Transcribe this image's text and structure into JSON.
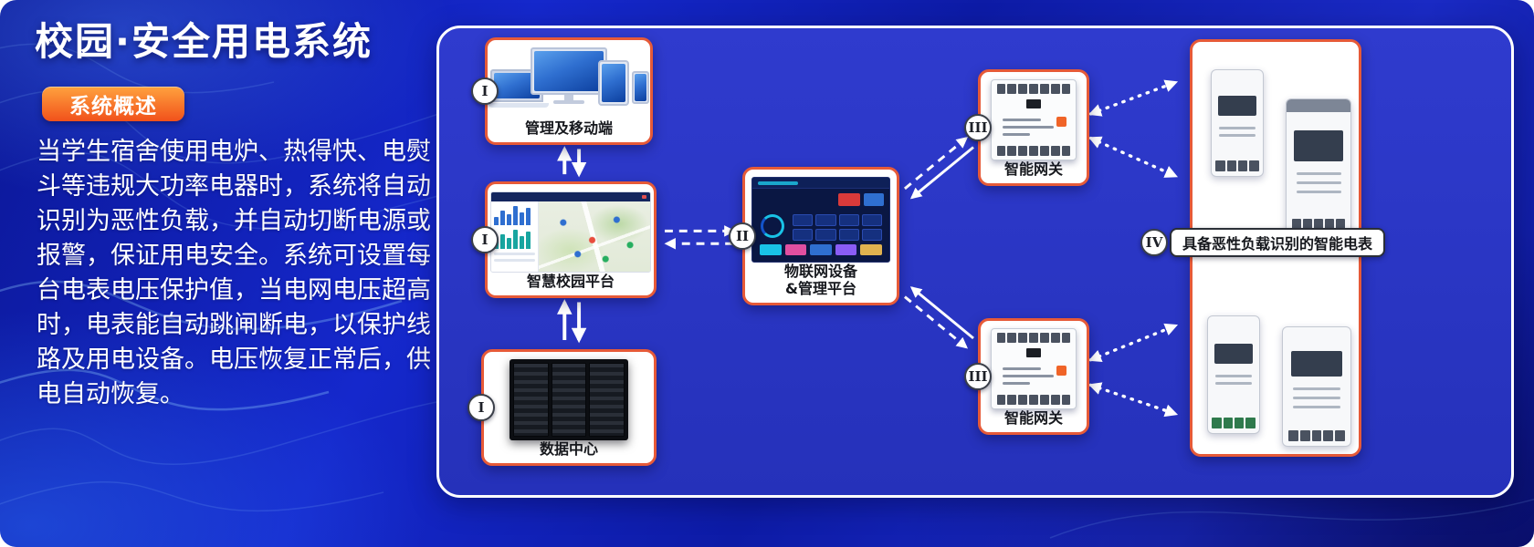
{
  "header": {
    "title": "校园·安全用电系统",
    "badge": "系统概述",
    "description": "当学生宿舍使用电炉、热得快、电熨斗等违规大功率电器时，系统将自动识别为恶性负载，并自动切断电源或报警，保证用电安全。系统可设置每台电表电压保护值，当电网电压超高时，电表能自动跳闸断电，以保护线路及用电设备。电压恢复正常后，供电自动恢复。"
  },
  "diagram": {
    "nodes": {
      "mgmt": {
        "numeral": "I",
        "label": "管理及移动端"
      },
      "platform": {
        "numeral": "I",
        "label": "智慧校园平台"
      },
      "datacenter": {
        "numeral": "I",
        "label": "数据中心"
      },
      "iot": {
        "numeral": "II",
        "label": "物联网设备\n&管理平台"
      },
      "gateway_top": {
        "numeral": "III",
        "label": "智能网关"
      },
      "gateway_bottom": {
        "numeral": "III",
        "label": "智能网关"
      },
      "meters": {
        "numeral": "IV",
        "label": "具备恶性负载识别的智能电表"
      }
    },
    "colors": {
      "background_blue": "#1126c0",
      "panel_blue": "#2c38c8",
      "card_border_orange": "#e65a38",
      "badge_orange_start": "#ffa23e",
      "badge_orange_end": "#f1511b",
      "arrow_white": "#ffffff"
    }
  }
}
